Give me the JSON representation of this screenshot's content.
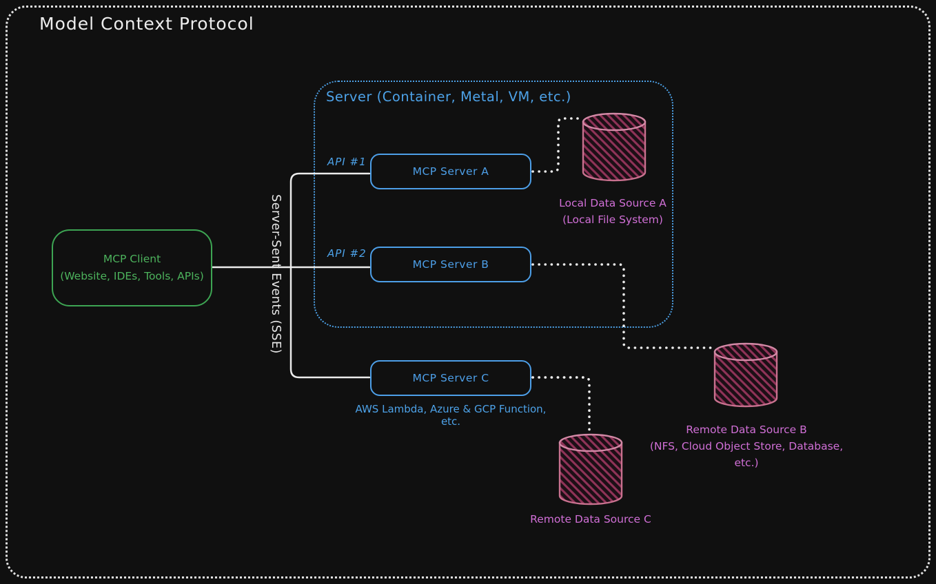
{
  "title": "Model Context Protocol",
  "sse_label": "Server-Sent Events (SSE)",
  "client": {
    "label": "MCP Client",
    "sublabel": "(Website, IDEs, Tools, APIs)"
  },
  "server_container": {
    "label": "Server (Container, Metal, VM, etc.)"
  },
  "api_labels": [
    "API #1",
    "API #2"
  ],
  "servers": [
    {
      "label": "MCP Server A"
    },
    {
      "label": "MCP Server B"
    },
    {
      "label": "MCP Server C",
      "caption": "AWS Lambda, Azure & GCP Function, etc."
    }
  ],
  "data_sources": [
    {
      "label": "Local Data Source A",
      "sublabel": "(Local File System)"
    },
    {
      "label": "Remote Data Source B",
      "sublabel": "(NFS, Cloud Object Store, Database, etc.)"
    },
    {
      "label": "Remote Data Source C",
      "sublabel": ""
    }
  ],
  "colors": {
    "background": "#101010",
    "outline_white": "#e8e8e8",
    "accent_blue": "#4da2e8",
    "accent_green": "#3da553",
    "accent_magenta": "#d06fd6",
    "cylinder_stroke": "#c9718f",
    "cylinder_hatch": "#903358"
  }
}
